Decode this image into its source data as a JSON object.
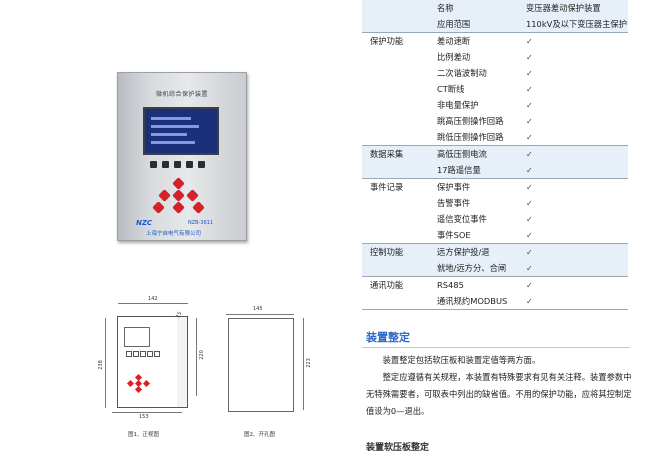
{
  "device": {
    "panel_title": "微机综合保护装置",
    "brand": "NZC",
    "model": "NZB-3611",
    "maker": "上海宁自电气有限公司"
  },
  "drawings": {
    "front": {
      "caption": "图1、正视图",
      "dim_top": "142",
      "dim_left": "238",
      "dim_right": "220",
      "dim_depth": "15",
      "dim_bottom": "153"
    },
    "cutout": {
      "caption": "图2、开孔图",
      "dim_top": "145",
      "dim_right": "223"
    }
  },
  "spec_table": {
    "rows": [
      {
        "category": "",
        "item": "名称",
        "value": "变压器差动保护装置",
        "shaded": true
      },
      {
        "category": "",
        "item": "应用范围",
        "value": "110kV及以下变压器主保护",
        "shaded": true
      },
      {
        "category": "保护功能",
        "item": "差动速断",
        "value": "✓",
        "shaded": false
      },
      {
        "category": "",
        "item": "比例差动",
        "value": "✓",
        "shaded": false
      },
      {
        "category": "",
        "item": "二次谐波制动",
        "value": "✓",
        "shaded": false
      },
      {
        "category": "",
        "item": "CT断线",
        "value": "✓",
        "shaded": false
      },
      {
        "category": "",
        "item": "非电量保护",
        "value": "✓",
        "shaded": false
      },
      {
        "category": "",
        "item": "跳高压侧操作回路",
        "value": "✓",
        "shaded": false
      },
      {
        "category": "",
        "item": "跳低压侧操作回路",
        "value": "✓",
        "shaded": false
      },
      {
        "category": "数据采集",
        "item": "高低压侧电流",
        "value": "✓",
        "shaded": true
      },
      {
        "category": "",
        "item": "17路遥信量",
        "value": "✓",
        "shaded": true
      },
      {
        "category": "事件记录",
        "item": "保护事件",
        "value": "✓",
        "shaded": false
      },
      {
        "category": "",
        "item": "告警事件",
        "value": "✓",
        "shaded": false
      },
      {
        "category": "",
        "item": "遥信变位事件",
        "value": "✓",
        "shaded": false
      },
      {
        "category": "",
        "item": "事件SOE",
        "value": "✓",
        "shaded": false
      },
      {
        "category": "控制功能",
        "item": "远方保护投/退",
        "value": "✓",
        "shaded": true
      },
      {
        "category": "",
        "item": "就地/远方分、合闸",
        "value": "✓",
        "shaded": true
      },
      {
        "category": "通讯功能",
        "item": "RS485",
        "value": "✓",
        "shaded": false
      },
      {
        "category": "",
        "item": "通讯规约MODBUS",
        "value": "✓",
        "shaded": false
      }
    ]
  },
  "section": {
    "title": "装置整定",
    "p1": "　　装置整定包括软压板和装置定值等两方面。",
    "p2": "　　整定应遵循有关规程，本装置有特殊要求有见有关注释。装置参数中无特殊需要者，可取表中列出的缺省值。不用的保护功能，应将其控制定值设为0—退出。",
    "next_title": "装置软压板整定"
  },
  "colors": {
    "accent": "#2a68c9",
    "table_shade": "#e7f0f8",
    "panel_red": "#d8202a",
    "lcd_blue": "#1b2f7a"
  }
}
